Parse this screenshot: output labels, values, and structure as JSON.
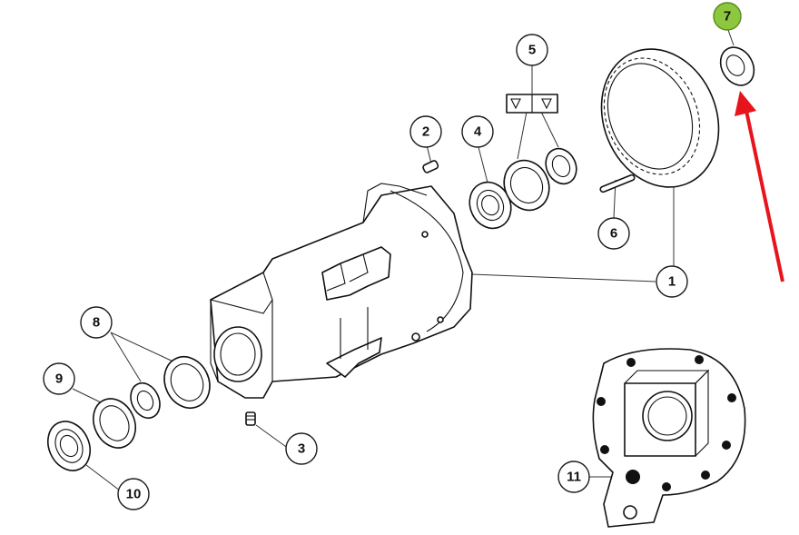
{
  "callouts": [
    {
      "id": "1",
      "label": "1"
    },
    {
      "id": "2",
      "label": "2"
    },
    {
      "id": "3",
      "label": "3"
    },
    {
      "id": "4",
      "label": "4"
    },
    {
      "id": "5",
      "label": "5"
    },
    {
      "id": "6",
      "label": "6"
    },
    {
      "id": "7",
      "label": "7",
      "highlighted": true
    },
    {
      "id": "8",
      "label": "8"
    },
    {
      "id": "9",
      "label": "9"
    },
    {
      "id": "10",
      "label": "10"
    },
    {
      "id": "11",
      "label": "11"
    }
  ],
  "colors": {
    "highlight": "#8dc63f",
    "arrow": "#e8141c",
    "line": "#111111",
    "background": "#ffffff"
  }
}
